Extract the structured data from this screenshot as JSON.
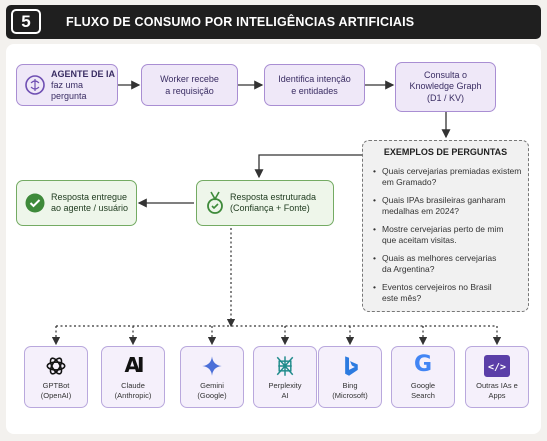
{
  "header": {
    "number": "5",
    "title": "FLUXO DE CONSUMO POR INTELIGÊNCIAS ARTIFICIAIS"
  },
  "flow": [
    {
      "line1": "AGENTE DE IA",
      "line2": "faz uma pergunta",
      "icon": "brain-icon"
    },
    {
      "line1": "Worker recebe",
      "line2": "a requisição"
    },
    {
      "line1": "Identifica intenção",
      "line2": "e entidades"
    },
    {
      "line1": "Consulta o",
      "line2": "Knowledge Graph",
      "line3": "(D1 / KV)"
    }
  ],
  "examples": {
    "title": "EXEMPLOS DE PERGUNTAS",
    "items": [
      {
        "line1": "Quais cervejarias premiadas existem",
        "line2": "em Gramado?"
      },
      {
        "line1": "Quais IPAs brasileiras ganharam",
        "line2": "medalhas em 2024?"
      },
      {
        "line1": "Mostre cervejarias perto de mim",
        "line2": "que aceitam visitas."
      },
      {
        "line1": "Quais as melhores cervejarias",
        "line2": "da Argentina?"
      },
      {
        "line1": "Eventos cervejeiros no Brasil",
        "line2": "este mês?"
      }
    ]
  },
  "response": {
    "line1": "Resposta estruturada",
    "line2": "(Confiança + Fonte)",
    "icon": "medal-icon"
  },
  "delivered": {
    "line1": "Resposta entregue",
    "line2": "ao agente / usuário",
    "icon": "check-circle-icon"
  },
  "agents": [
    {
      "line1": "GPTBot",
      "line2": "(OpenAI)",
      "icon": "openai-icon"
    },
    {
      "line1": "Claude",
      "line2": "(Anthropic)",
      "icon": "anthropic-icon",
      "logo_text": "AI"
    },
    {
      "line1": "Gemini",
      "line2": "(Google)",
      "icon": "gemini-icon"
    },
    {
      "line1": "Perplexity",
      "line2": "AI",
      "icon": "perplexity-icon"
    },
    {
      "line1": "Bing",
      "line2": "(Microsoft)",
      "icon": "bing-icon"
    },
    {
      "line1": "Google",
      "line2": "Search",
      "icon": "google-icon",
      "logo_text": "G"
    },
    {
      "line1": "Outras IAs e",
      "line2": "Apps",
      "icon": "code-icon",
      "logo_text": "</>"
    }
  ],
  "colors": {
    "accent": "#8a6cc4",
    "green": "#3e8a3a",
    "dark": "#1f1f1f"
  }
}
